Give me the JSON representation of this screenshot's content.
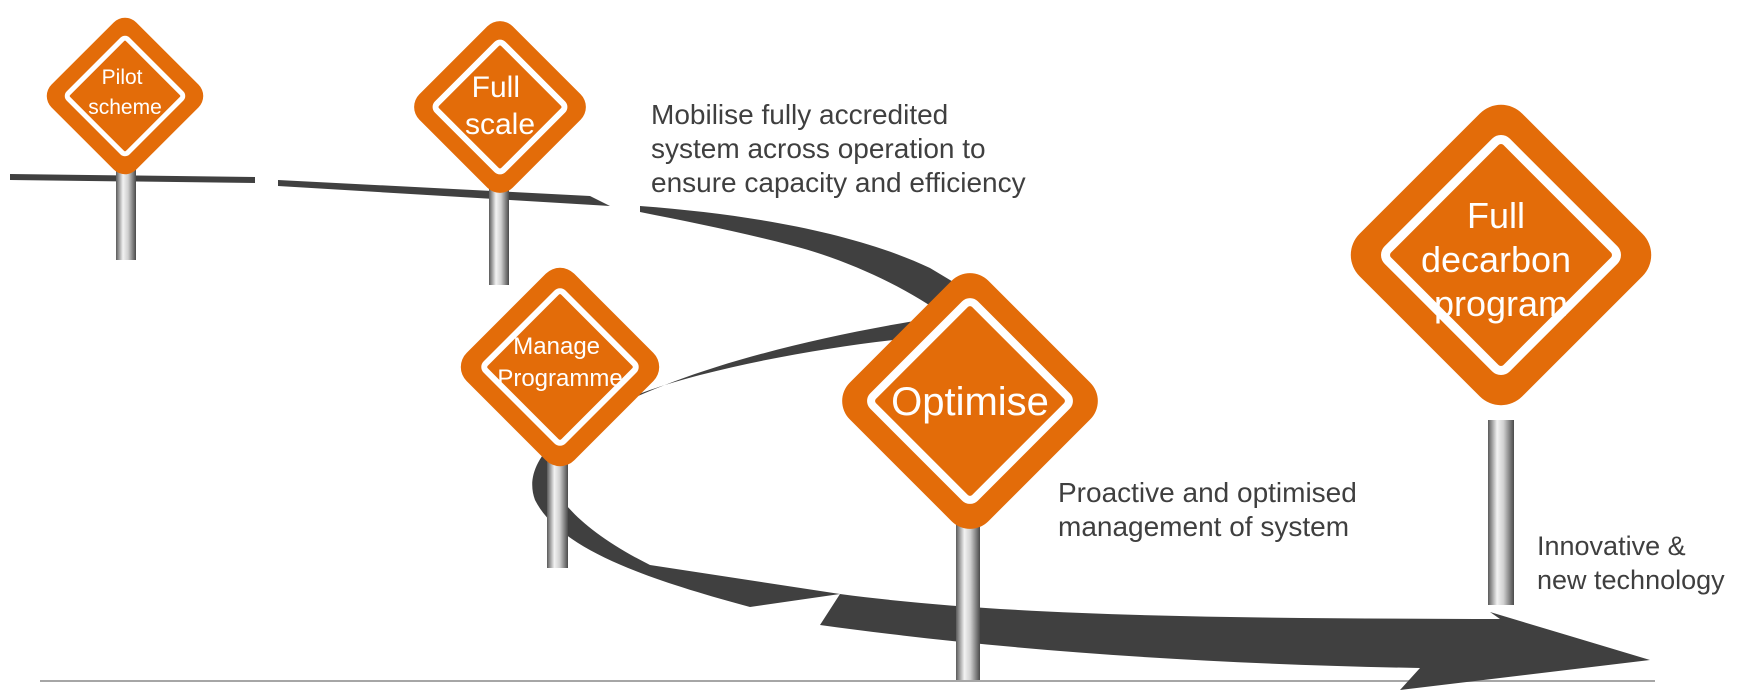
{
  "signs": {
    "pilot": {
      "lines": [
        "Pilot",
        "scheme"
      ]
    },
    "full": {
      "lines": [
        "Full",
        "scale"
      ]
    },
    "manage": {
      "lines": [
        "Manage",
        "Programme"
      ]
    },
    "optimise": {
      "lines": [
        "Optimise"
      ]
    },
    "decarbon": {
      "lines": [
        "Full",
        "decarbon",
        "program"
      ]
    }
  },
  "captions": {
    "mobilise": [
      "Mobilise fully accredited",
      "system across operation to",
      "ensure capacity and efficiency"
    ],
    "proactive": [
      "Proactive and optimised",
      "management of system"
    ],
    "innovative": [
      "Innovative &",
      "new technology"
    ]
  },
  "colors": {
    "sign": "#e36c09",
    "road": "#404040",
    "text": "#3f3f3f",
    "baseline": "#a6a6a6"
  }
}
